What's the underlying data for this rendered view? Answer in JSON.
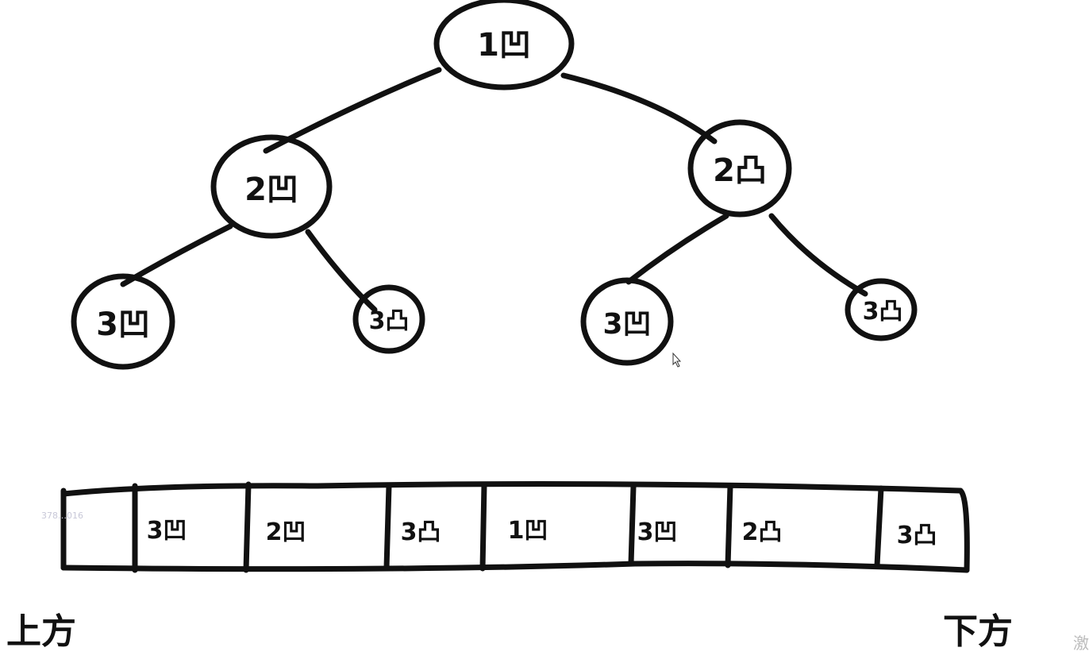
{
  "tree": {
    "root": "1凹",
    "level2": [
      "2凹",
      "2凸"
    ],
    "level3": [
      "3凹",
      "3凸",
      "3凹",
      "3凸"
    ]
  },
  "strip": {
    "cells": [
      "",
      "3凹",
      "2凹",
      "3凸",
      "1凹",
      "3凹",
      "2凸",
      "3凸"
    ]
  },
  "labels": {
    "top_side": "上方",
    "bottom_side": "下方"
  },
  "watermark": {
    "left_id": "378…016",
    "right_text": "激"
  },
  "colors": {
    "ink": "#111111",
    "background": "#ffffff"
  }
}
